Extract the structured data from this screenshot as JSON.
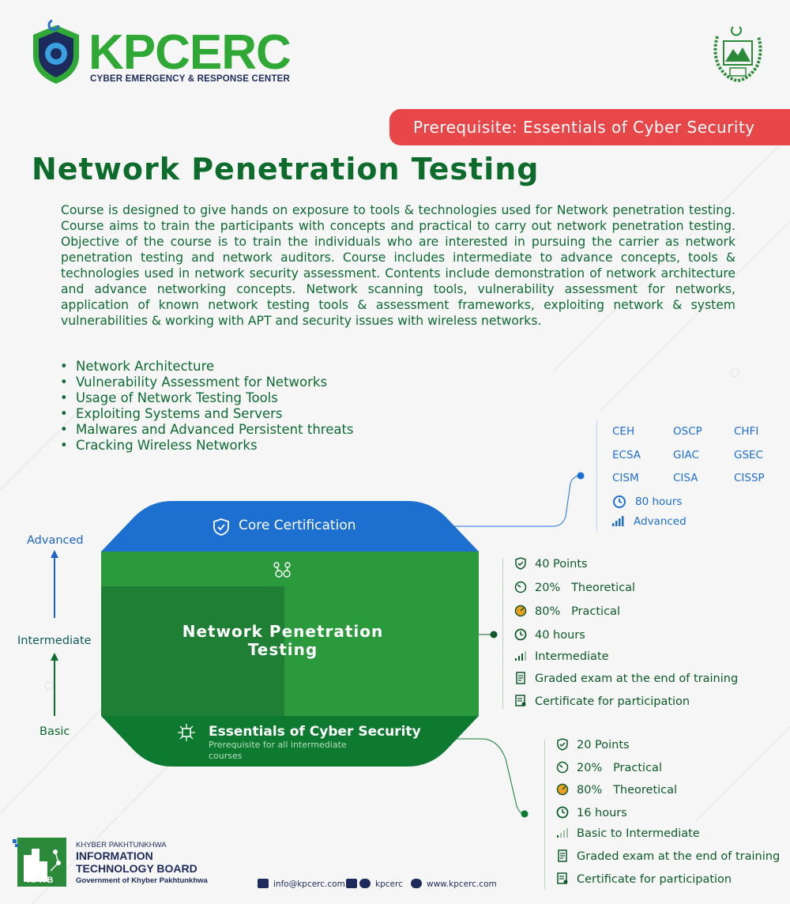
{
  "header": {
    "logo_title": "KPCERC",
    "logo_subtitle": "CYBER EMERGENCY & RESPONSE CENTER",
    "prerequisite": "Prerequisite: Essentials of Cyber Security"
  },
  "course": {
    "title": "Network Penetration Testing",
    "description": "Course is designed to give hands on exposure to tools & technologies used for Network penetration testing. Course aims to train the participants with concepts and practical to carry out network penetration testing. Objective of the course is to train the individuals who are interested in pursuing the carrier as network penetration testing and network auditors. Course includes intermediate to advance concepts, tools & technologies used in network security assessment. Contents include demonstration of network architecture and advance networking concepts. Network scanning tools, vulnerability assessment for networks, application of known network testing tools & assessment frameworks, exploiting network & system vulnerabilities & working with APT and security issues with wireless networks.",
    "topics": [
      "Network Architecture",
      "Vulnerability Assessment for Networks",
      "Usage of Network Testing Tools",
      "Exploiting Systems and Servers",
      "Malwares and Advanced Persistent threats",
      "Cracking Wireless Networks"
    ]
  },
  "core_certification": {
    "certs": [
      "CEH",
      "OSCP",
      "CHFI",
      "ECSA",
      "GIAC",
      "GSEC",
      "CISM",
      "CISA",
      "CISSP"
    ],
    "hours": "80 hours",
    "level": "Advanced"
  },
  "levels": {
    "advanced": "Advanced",
    "intermediate": "Intermediate",
    "basic": "Basic"
  },
  "pyramid": {
    "top": "Core Certification",
    "middle_line1": "Network Penetration",
    "middle_line2": "Testing",
    "bottom": "Essentials of Cyber Security",
    "bottom_sub": "Prerequisite for all intermediate courses"
  },
  "this_course": {
    "points": "40 Points",
    "theory_pct": "20%",
    "theory_label": "Theoretical",
    "practical_pct": "80%",
    "practical_label": "Practical",
    "hours": "40 hours",
    "level": "Intermediate",
    "exam": "Graded exam at the end of training",
    "certificate": "Certificate for participation"
  },
  "essentials_course": {
    "points": "20 Points",
    "a_pct": "20%",
    "a_label": "Practical",
    "b_pct": "80%",
    "b_label": "Theoretical",
    "hours": "16 hours",
    "level": "Basic to Intermediate",
    "exam": "Graded exam at the end of training",
    "certificate": "Certificate for participation"
  },
  "footer": {
    "kp_small": "KHYBER PAKHTUNKHWA",
    "kp_line1": "INFORMATION",
    "kp_line2": "TECHNOLOGY BOARD",
    "kp_gov": "Government of Khyber Pakhtunkhwa",
    "kpitb": "KPITB",
    "email": "info@kpcerc.com",
    "social": "kpcerc",
    "website": "www.kpcerc.com"
  },
  "colors": {
    "green": "#1f8e3a",
    "dark_green": "#0d6b2b",
    "blue": "#1d6fd0",
    "red": "#e8474a"
  }
}
